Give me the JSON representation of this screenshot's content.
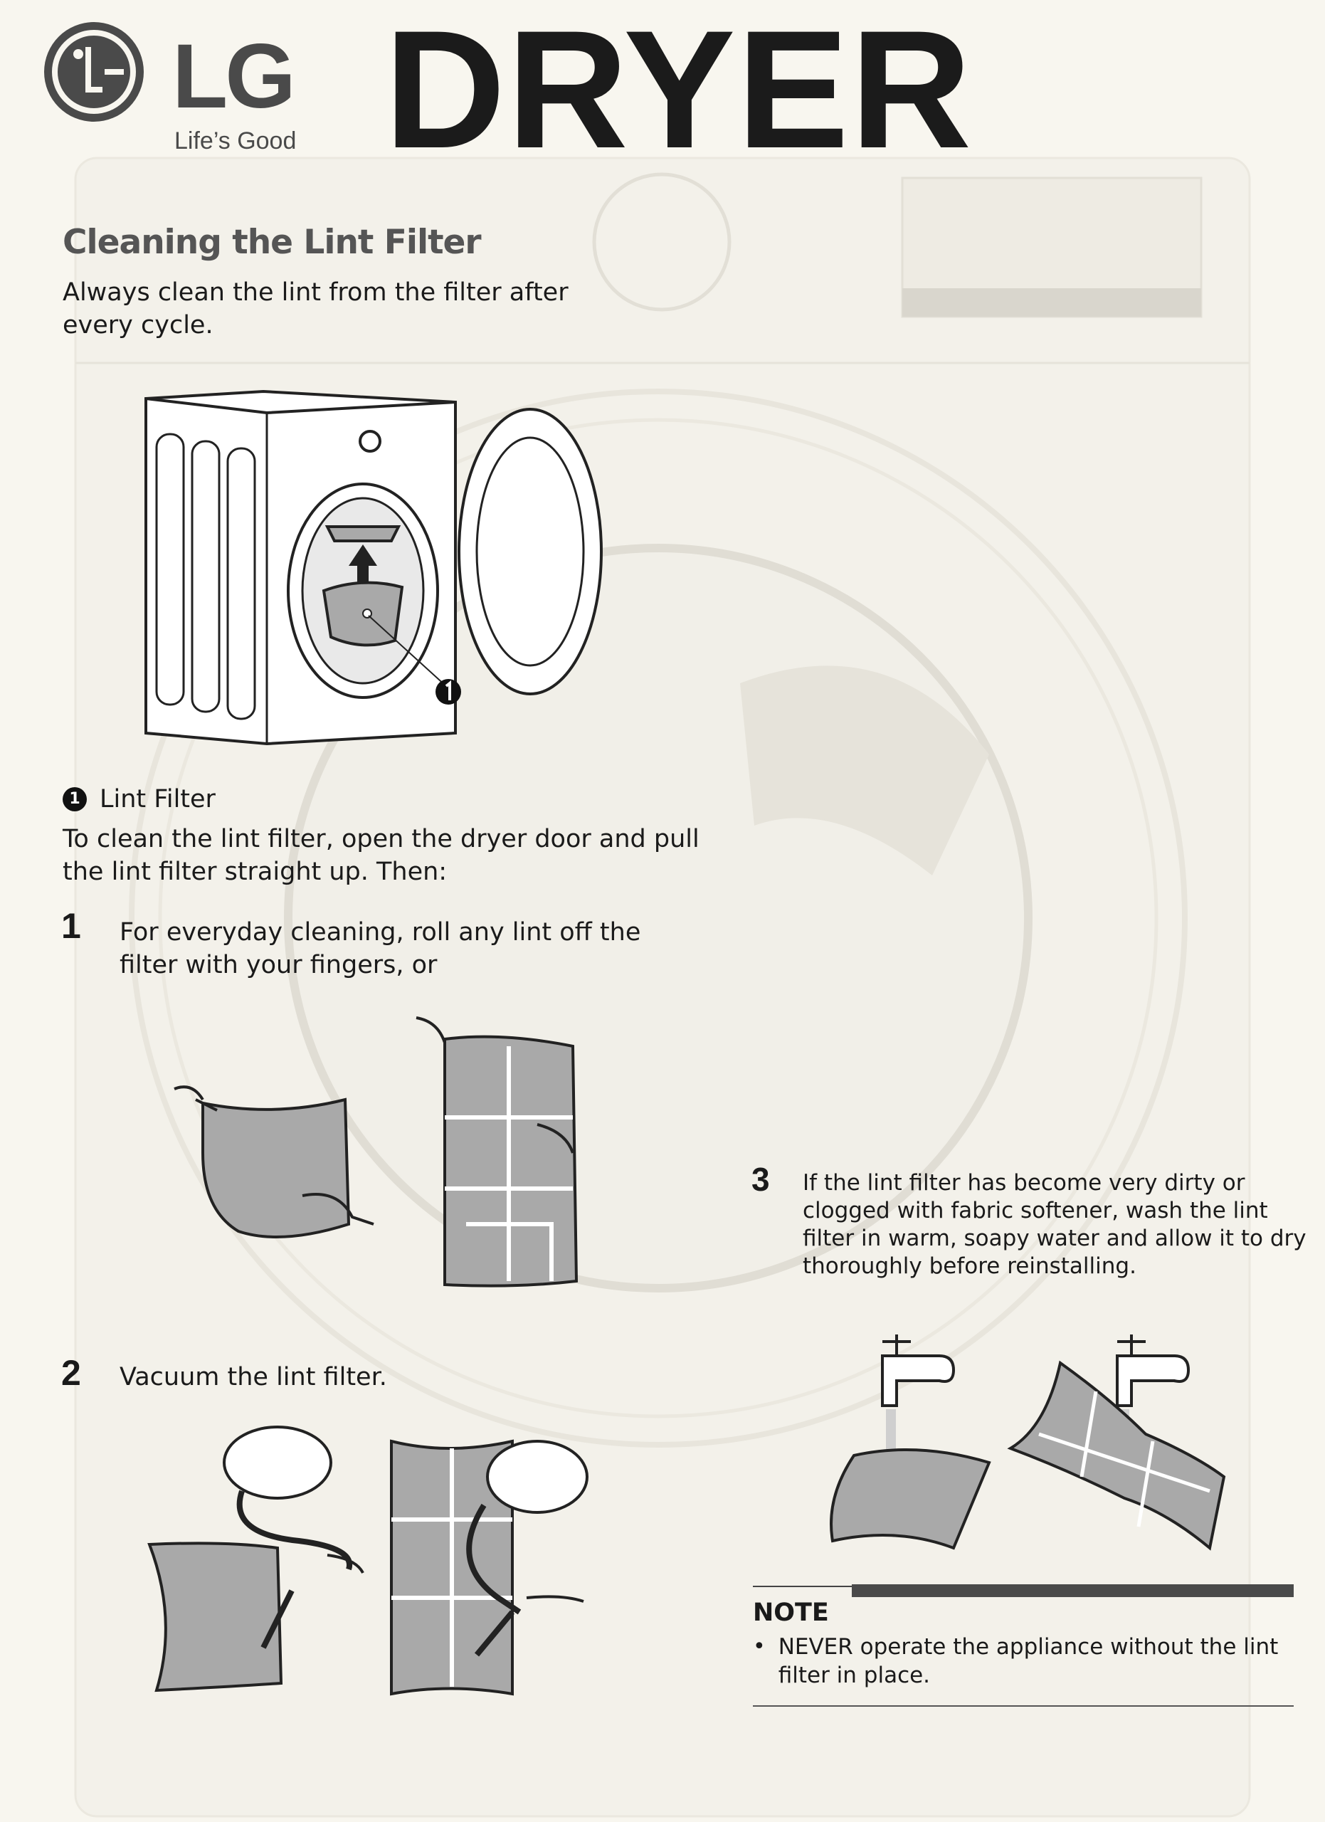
{
  "header": {
    "brand": "LG",
    "tagline": "Life’s Good",
    "title": "DRYER"
  },
  "section": {
    "heading": "Cleaning the Lint Filter",
    "intro": "Always clean the lint from the filter after every cycle.",
    "callout_number": "1",
    "callout_label": "Lint Filter",
    "instructions": "To clean the lint filter, open the dryer door and pull the lint filter straight up. Then:"
  },
  "steps": [
    {
      "number": "1",
      "text": "For everyday cleaning, roll any lint off the filter with your fingers, or"
    },
    {
      "number": "2",
      "text": "Vacuum the lint filter."
    },
    {
      "number": "3",
      "text": "If the lint filter has become very dirty or clogged with fabric softener, wash the lint filter in warm, soapy water and allow it to dry thoroughly before reinstalling."
    }
  ],
  "note": {
    "title": "NOTE",
    "items": [
      "NEVER operate the appliance without the lint filter in place."
    ]
  }
}
